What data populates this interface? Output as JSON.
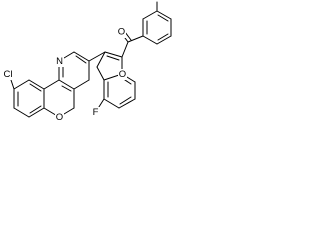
{
  "molecule": {
    "atom_labels": {
      "cl": "Cl",
      "n": "N",
      "o_pyran": "O",
      "o_carbonyl": "O",
      "o_furan": "O",
      "f": "F"
    },
    "line_color": "#000000",
    "background_color": "#ffffff"
  }
}
